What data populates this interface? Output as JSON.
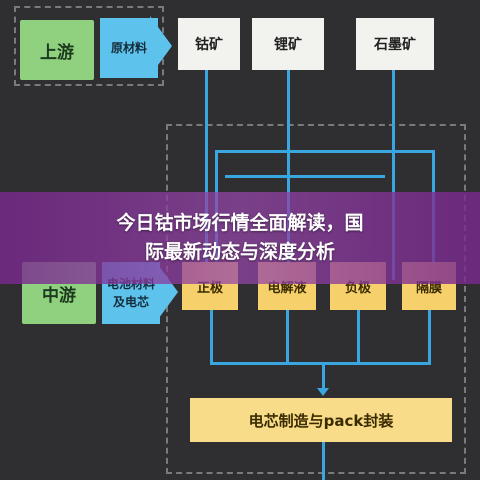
{
  "upstream": {
    "stage": "上游",
    "category": "原材料"
  },
  "midstream": {
    "stage": "中游",
    "category_line1": "电池材料",
    "category_line2": "及电芯"
  },
  "minerals": [
    "钴矿",
    "锂矿",
    "石墨矿"
  ],
  "materials": [
    "正极",
    "电解液",
    "负极",
    "隔膜"
  ],
  "bottom": {
    "label": "电芯制造与pack封装"
  },
  "banner": {
    "line1": "今日钴市场行情全面解读，国",
    "line2": "际最新动态与深度分析"
  },
  "colors": {
    "stage_green": "#8fd17f",
    "category_blue": "#5ec3ec",
    "material_yellow": "#f6d06a",
    "line_blue": "#3aa6e0",
    "banner_purple": "#8a3a9e"
  }
}
